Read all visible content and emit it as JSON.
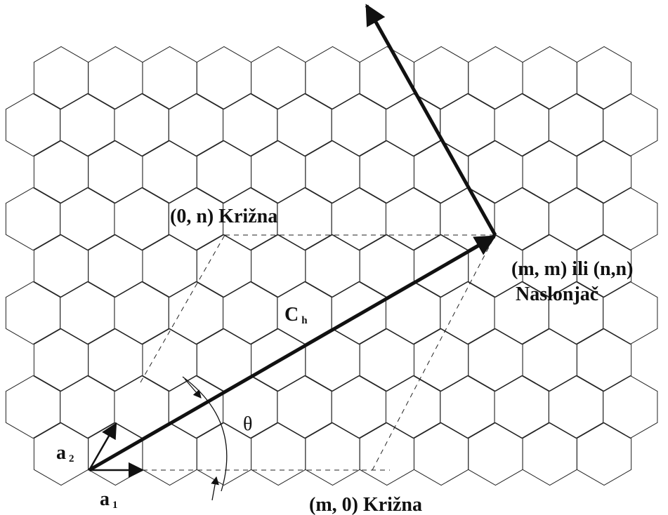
{
  "labels": {
    "zigzag_0n": "(0, n) Križna",
    "zigzag_m0": "(m, 0) Križna",
    "armchair_line1": "(m, m) ili (n,n)",
    "armchair_line2": "Naslonjač",
    "chiral_vector_main": "C",
    "chiral_vector_sub": "h",
    "a1_main": "a",
    "a1_sub": "1",
    "a2_main": "a",
    "a2_sub": "2",
    "theta": "θ"
  },
  "colors": {
    "background": "#ffffff",
    "lattice": "#222222",
    "arrow": "#111111",
    "dashed": "#222222"
  }
}
